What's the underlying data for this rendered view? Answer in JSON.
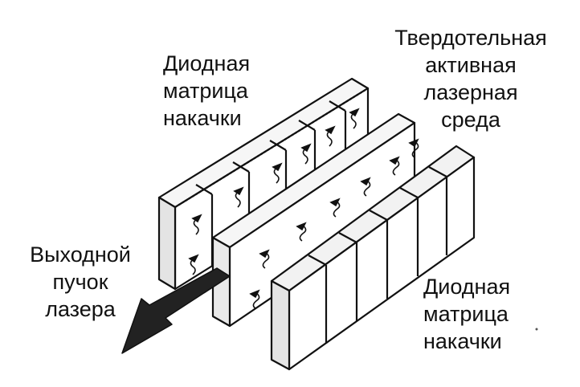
{
  "labels": {
    "pump_top": [
      "Диодная",
      "матрица",
      "накачки"
    ],
    "active_medium": [
      "Твердотельная",
      "активная",
      "лазерная",
      "среда"
    ],
    "output_beam": [
      "Выходной",
      "пучок",
      "лазера"
    ],
    "pump_bottom": [
      "Диодная",
      "матрица",
      "накачки"
    ]
  },
  "colors": {
    "ink": "#111111",
    "face_light": "#f4f4f4",
    "face_mid": "#dcdcdc",
    "beam": "#222222"
  },
  "icons": [
    "photon-arrow-icon",
    "laser-beam-arrow-icon"
  ]
}
